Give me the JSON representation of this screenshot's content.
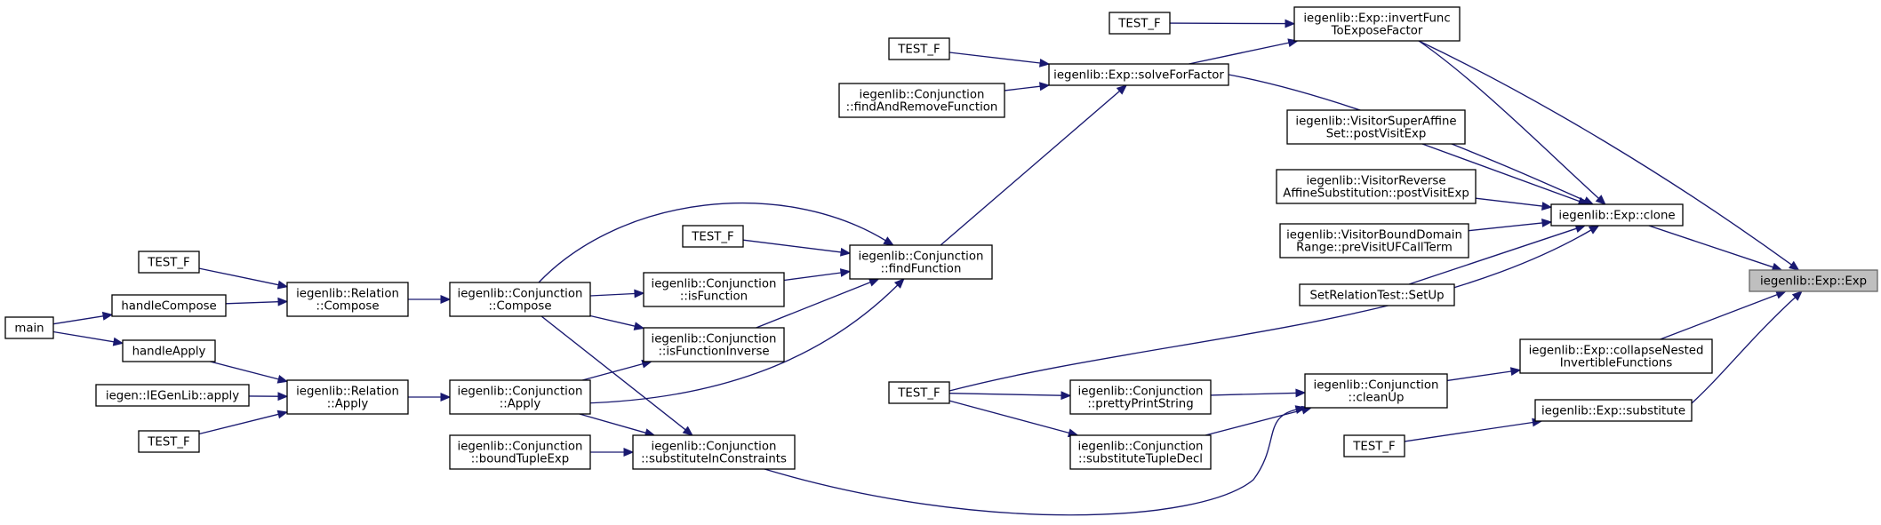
{
  "graph": {
    "title": "",
    "colors": {
      "edge": "#191970",
      "node_border": "#000000",
      "focus_fill": "#bfbfbf"
    },
    "nodes": {
      "exp": {
        "lines": [
          "iegenlib::Exp::Exp"
        ]
      },
      "clone": {
        "lines": [
          "iegenlib::Exp::clone"
        ]
      },
      "invert": {
        "lines": [
          "iegenlib::Exp::invertFunc",
          "ToExposeFactor"
        ]
      },
      "solve": {
        "lines": [
          "iegenlib::Exp::solveForFactor"
        ]
      },
      "testf_top": {
        "lines": [
          "TEST_F"
        ]
      },
      "testf_solve": {
        "lines": [
          "TEST_F"
        ]
      },
      "findremove": {
        "lines": [
          "iegenlib::Conjunction",
          "::findAndRemoveFunction"
        ]
      },
      "vsuper": {
        "lines": [
          "iegenlib::VisitorSuperAffine",
          "Set::postVisitExp"
        ]
      },
      "vreverse": {
        "lines": [
          "iegenlib::VisitorReverse",
          "AffineSubstitution::postVisitExp"
        ]
      },
      "vbound": {
        "lines": [
          "iegenlib::VisitorBoundDomain",
          "Range::preVisitUFCallTerm"
        ]
      },
      "setup": {
        "lines": [
          "SetRelationTest::SetUp"
        ]
      },
      "findfunc": {
        "lines": [
          "iegenlib::Conjunction",
          "::findFunction"
        ]
      },
      "testf_find": {
        "lines": [
          "TEST_F"
        ]
      },
      "isfunc": {
        "lines": [
          "iegenlib::Conjunction",
          "::isFunction"
        ]
      },
      "isfuncinv": {
        "lines": [
          "iegenlib::Conjunction",
          "::isFunctionInverse"
        ]
      },
      "cjcompose": {
        "lines": [
          "iegenlib::Conjunction",
          "::Compose"
        ]
      },
      "cjapply": {
        "lines": [
          "iegenlib::Conjunction",
          "::Apply"
        ]
      },
      "relcompose": {
        "lines": [
          "iegenlib::Relation",
          "::Compose"
        ]
      },
      "relapply": {
        "lines": [
          "iegenlib::Relation",
          "::Apply"
        ]
      },
      "testf_relc": {
        "lines": [
          "TEST_F"
        ]
      },
      "handlecompose": {
        "lines": [
          "handleCompose"
        ]
      },
      "handleapply": {
        "lines": [
          "handleApply"
        ]
      },
      "main": {
        "lines": [
          "main"
        ]
      },
      "iegenapply": {
        "lines": [
          "iegen::IEGenLib::apply"
        ]
      },
      "testf_rela": {
        "lines": [
          "TEST_F"
        ]
      },
      "boundtuple": {
        "lines": [
          "iegenlib::Conjunction",
          "::boundTupleExp"
        ]
      },
      "subincon": {
        "lines": [
          "iegenlib::Conjunction",
          "::substituteInConstraints"
        ]
      },
      "collapse": {
        "lines": [
          "iegenlib::Exp::collapseNested",
          "InvertibleFunctions"
        ]
      },
      "substitute": {
        "lines": [
          "iegenlib::Exp::substitute"
        ]
      },
      "cleanup": {
        "lines": [
          "iegenlib::Conjunction",
          "::cleanUp"
        ]
      },
      "pretty": {
        "lines": [
          "iegenlib::Conjunction",
          "::prettyPrintString"
        ]
      },
      "subtuple": {
        "lines": [
          "iegenlib::Conjunction",
          "::substituteTupleDecl"
        ]
      },
      "testf_clean": {
        "lines": [
          "TEST_F"
        ]
      },
      "testf_sub": {
        "lines": [
          "TEST_F"
        ]
      }
    }
  }
}
